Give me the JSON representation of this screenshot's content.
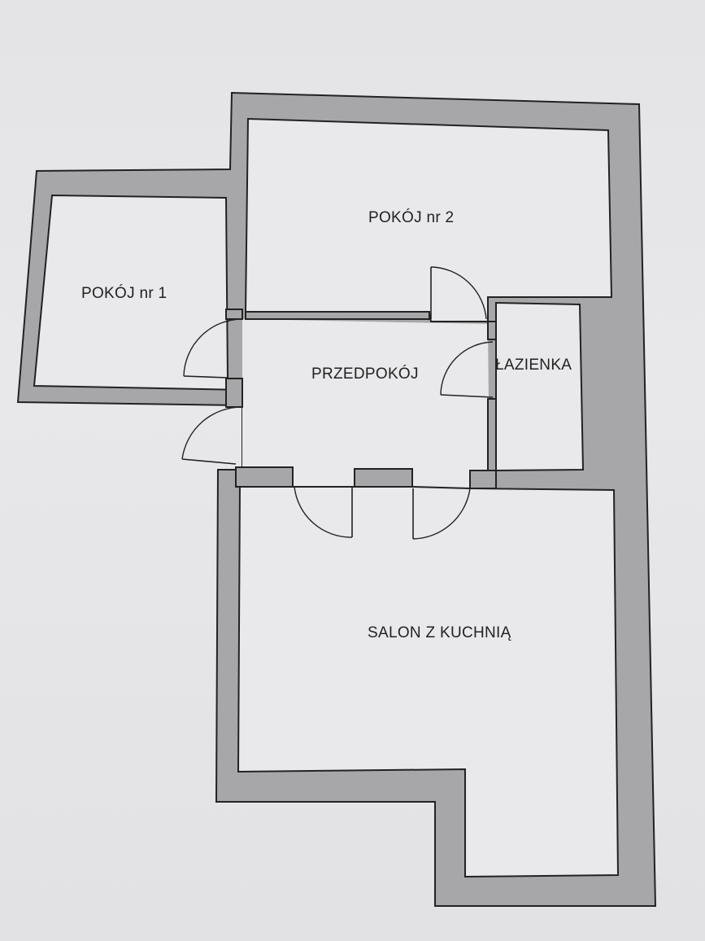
{
  "plan": {
    "rooms": {
      "pokoj1": "POKÓJ nr 1",
      "pokoj2": "POKÓJ nr 2",
      "przedpokoj": "PRZEDPOKÓJ",
      "lazienka": "ŁAZIENKA",
      "salon": "SALON Z KUCHNIĄ"
    }
  },
  "colors": {
    "paper": "#e6e6e8",
    "wall": "#a7a7a9",
    "line": "#222222"
  }
}
